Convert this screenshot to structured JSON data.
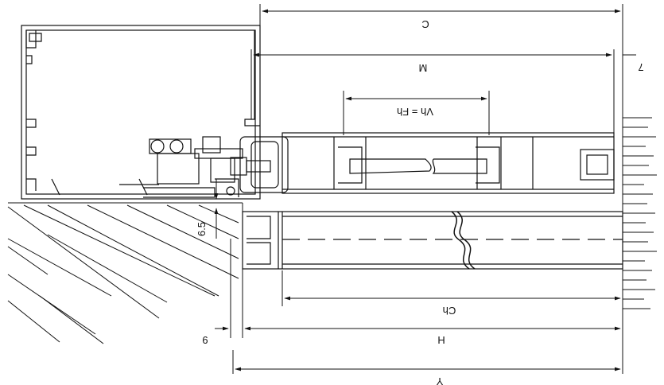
{
  "dimensions": {
    "C": "C",
    "M": "M",
    "seven": "7",
    "vh_fh": "Vh = Fh",
    "six_five": "6.5",
    "ch": "Ch",
    "nine": "9",
    "h": "H",
    "y": "Y"
  },
  "colors": {
    "line": "#111111",
    "background": "#ffffff"
  }
}
